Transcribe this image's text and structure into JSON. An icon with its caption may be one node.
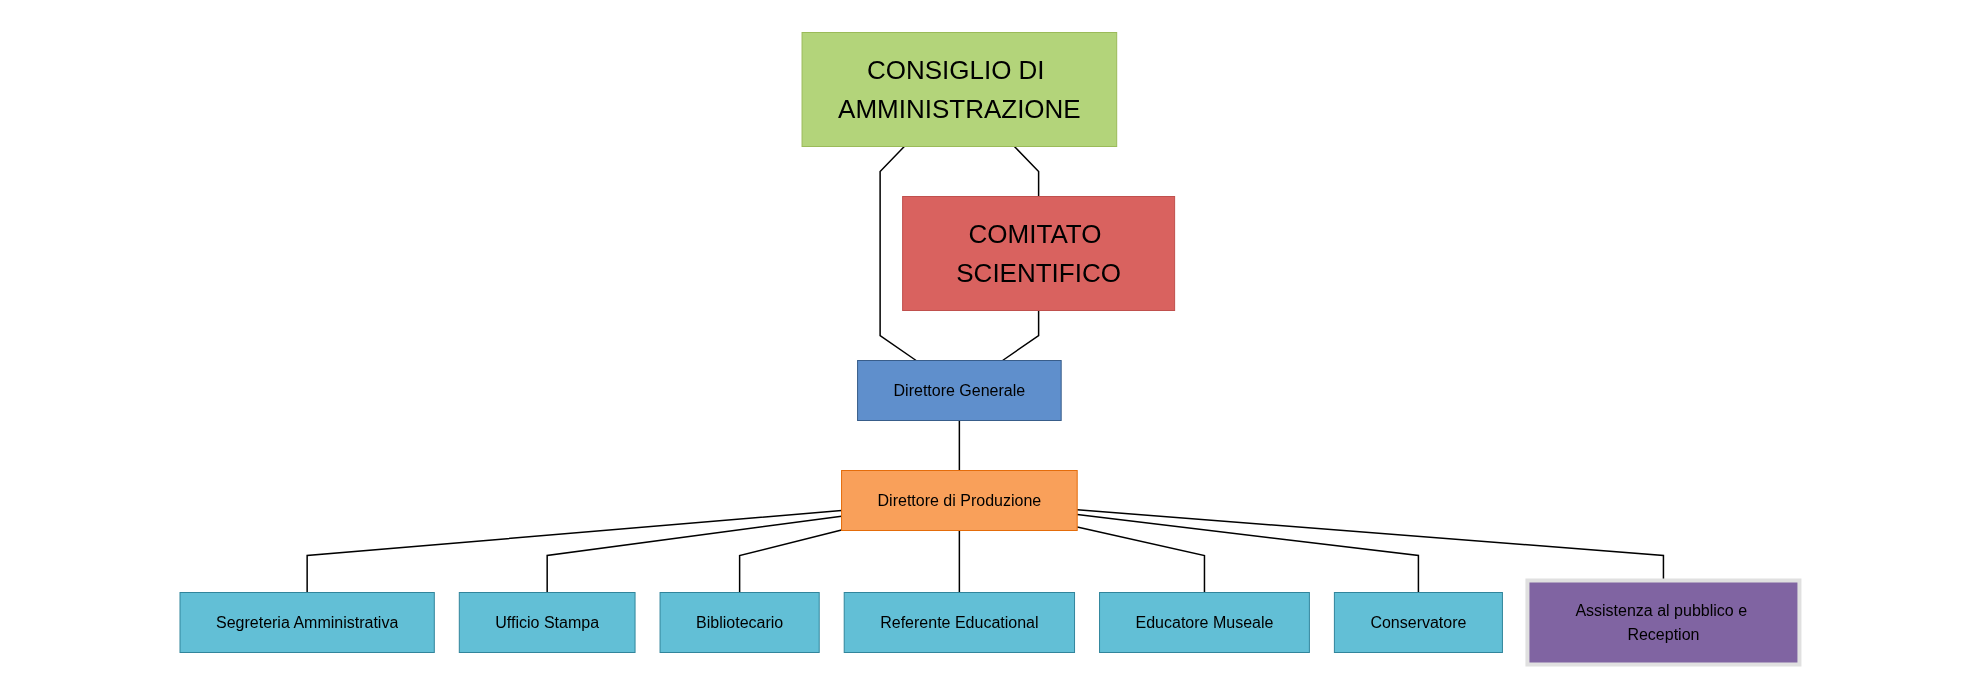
{
  "diagram": {
    "nodes": [
      {
        "text": [
          "CONSIGLIO DI AMMINISTRAZIONE"
        ]
      },
      {
        "text": [
          "COMITATO SCIENTIFICO"
        ]
      },
      {
        "text": [
          "Direttore Generale"
        ]
      },
      {
        "text": [
          "Direttore di Produzione"
        ]
      },
      {
        "text": [
          "Segreteria Amministrativa"
        ]
      },
      {
        "text": [
          "Ufficio Stampa"
        ]
      },
      {
        "text": [
          "Bibliotecario"
        ]
      },
      {
        "text": [
          "Referente Educational"
        ]
      },
      {
        "text": [
          "Educatore Museale"
        ]
      },
      {
        "text": [
          "Conservatore"
        ]
      },
      {
        "text": [
          "Assistenza al pubblico e Reception"
        ]
      }
    ],
    "edges": [
      {
        "from": 0,
        "to": 1,
        "arrow": "none"
      },
      {
        "from": 0,
        "to": 2,
        "arrow": "none"
      },
      {
        "from": 1,
        "to": 2,
        "arrow": "none"
      },
      {
        "from": 2,
        "to": 3,
        "arrow": "none"
      },
      {
        "from": 3,
        "to": 4,
        "arrow": "none"
      },
      {
        "from": 3,
        "to": 5,
        "arrow": "none"
      },
      {
        "from": 3,
        "to": 6,
        "arrow": "none"
      },
      {
        "from": 3,
        "to": 7,
        "arrow": "none"
      },
      {
        "from": 3,
        "to": 8,
        "arrow": "none"
      },
      {
        "from": 3,
        "to": 9,
        "arrow": "none"
      },
      {
        "from": 3,
        "to": 10,
        "arrow": "none"
      }
    ]
  }
}
